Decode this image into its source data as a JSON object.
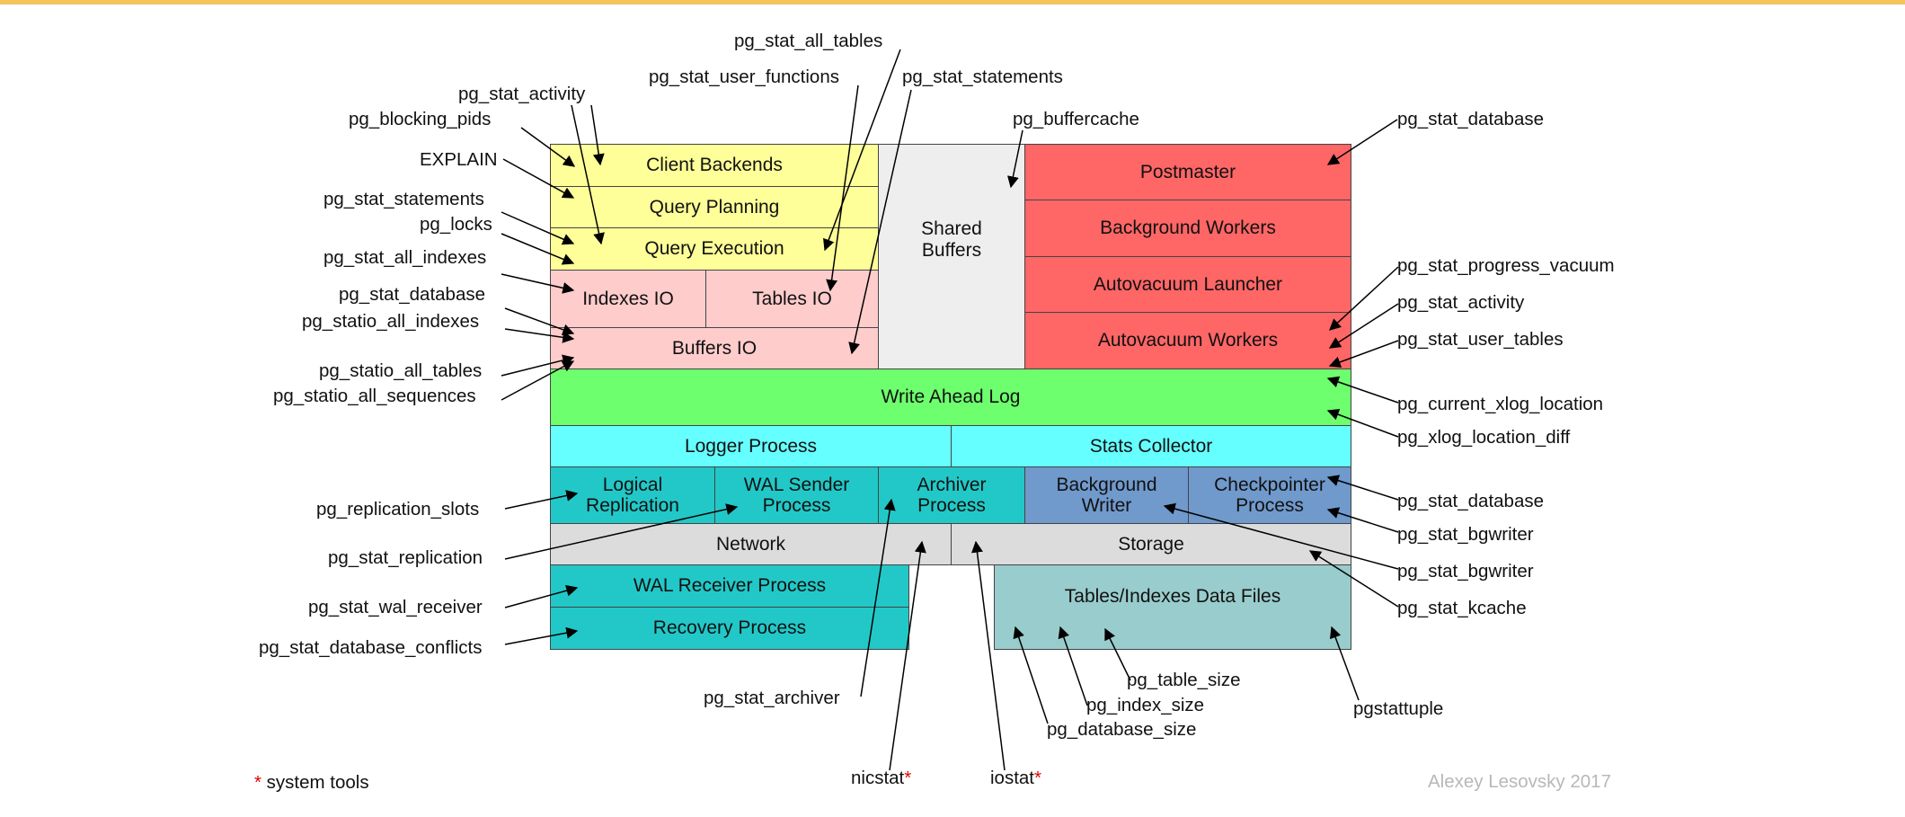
{
  "colors": {
    "client": "#ffff99",
    "io": "#ffcccc",
    "shared": "#eeeeee",
    "postmaster": "#ff6666",
    "wal": "#6dff6d",
    "logger": "#66ffff",
    "teal": "#22c8c8",
    "bgwriter": "#7099cc",
    "gray": "#dcdcdc",
    "datafiles": "#99cccc",
    "star": "#e00000",
    "top_border": "#f2c45a"
  },
  "boxes": {
    "client_backends": "Client Backends",
    "query_planning": "Query Planning",
    "query_execution": "Query Execution",
    "indexes_io": "Indexes IO",
    "tables_io": "Tables IO",
    "buffers_io": "Buffers IO",
    "shared_buffers": "Shared\nBuffers",
    "postmaster": "Postmaster",
    "background_workers": "Background Workers",
    "autovacuum_launcher": "Autovacuum Launcher",
    "autovacuum_workers": "Autovacuum Workers",
    "write_ahead_log": "Write Ahead Log",
    "logger_process": "Logger Process",
    "stats_collector": "Stats Collector",
    "logical_replication": "Logical\nReplication",
    "wal_sender_process": "WAL Sender\nProcess",
    "archiver_process": "Archiver\nProcess",
    "background_writer": "Background\nWriter",
    "checkpointer_process": "Checkpointer\nProcess",
    "network": "Network",
    "storage": "Storage",
    "wal_receiver_process": "WAL Receiver Process",
    "recovery_process": "Recovery Process",
    "data_files": "Tables/Indexes Data Files"
  },
  "labels": {
    "pg_stat_all_tables": "pg_stat_all_tables",
    "pg_stat_user_functions": "pg_stat_user_functions",
    "pg_stat_statements_top": "pg_stat_statements",
    "pg_buffercache": "pg_buffercache",
    "pg_stat_activity_top": "pg_stat_activity",
    "pg_blocking_pids": "pg_blocking_pids",
    "explain": "EXPLAIN",
    "pg_stat_statements_left": "pg_stat_statements",
    "pg_locks": "pg_locks",
    "pg_stat_all_indexes": "pg_stat_all_indexes",
    "pg_stat_database_left": "pg_stat_database",
    "pg_statio_all_indexes": "pg_statio_all_indexes",
    "pg_statio_all_tables": "pg_statio_all_tables",
    "pg_statio_all_sequences": "pg_statio_all_sequences",
    "pg_replication_slots": "pg_replication_slots",
    "pg_stat_replication": "pg_stat_replication",
    "pg_stat_wal_receiver": "pg_stat_wal_receiver",
    "pg_stat_database_conflicts": "pg_stat_database_conflicts",
    "pg_stat_archiver": "pg_stat_archiver",
    "nicstat": "nicstat",
    "iostat": "iostat",
    "star": "*",
    "pg_table_size": "pg_table_size",
    "pg_index_size": "pg_index_size",
    "pg_database_size": "pg_database_size",
    "pgstattuple": "pgstattuple",
    "pg_stat_database_top_right": "pg_stat_database",
    "pg_stat_progress_vacuum": "pg_stat_progress_vacuum",
    "pg_stat_activity_right": "pg_stat_activity",
    "pg_stat_user_tables": "pg_stat_user_tables",
    "pg_current_xlog_location": "pg_current_xlog_location",
    "pg_xlog_location_diff": "pg_xlog_location_diff",
    "pg_stat_database_right": "pg_stat_database",
    "pg_stat_bgwriter_1": "pg_stat_bgwriter",
    "pg_stat_bgwriter_2": "pg_stat_bgwriter",
    "pg_stat_kcache": "pg_stat_kcache"
  },
  "footer": {
    "star": "*",
    "system_tools": " system tools",
    "credit": "Alexey Lesovsky 2017"
  }
}
